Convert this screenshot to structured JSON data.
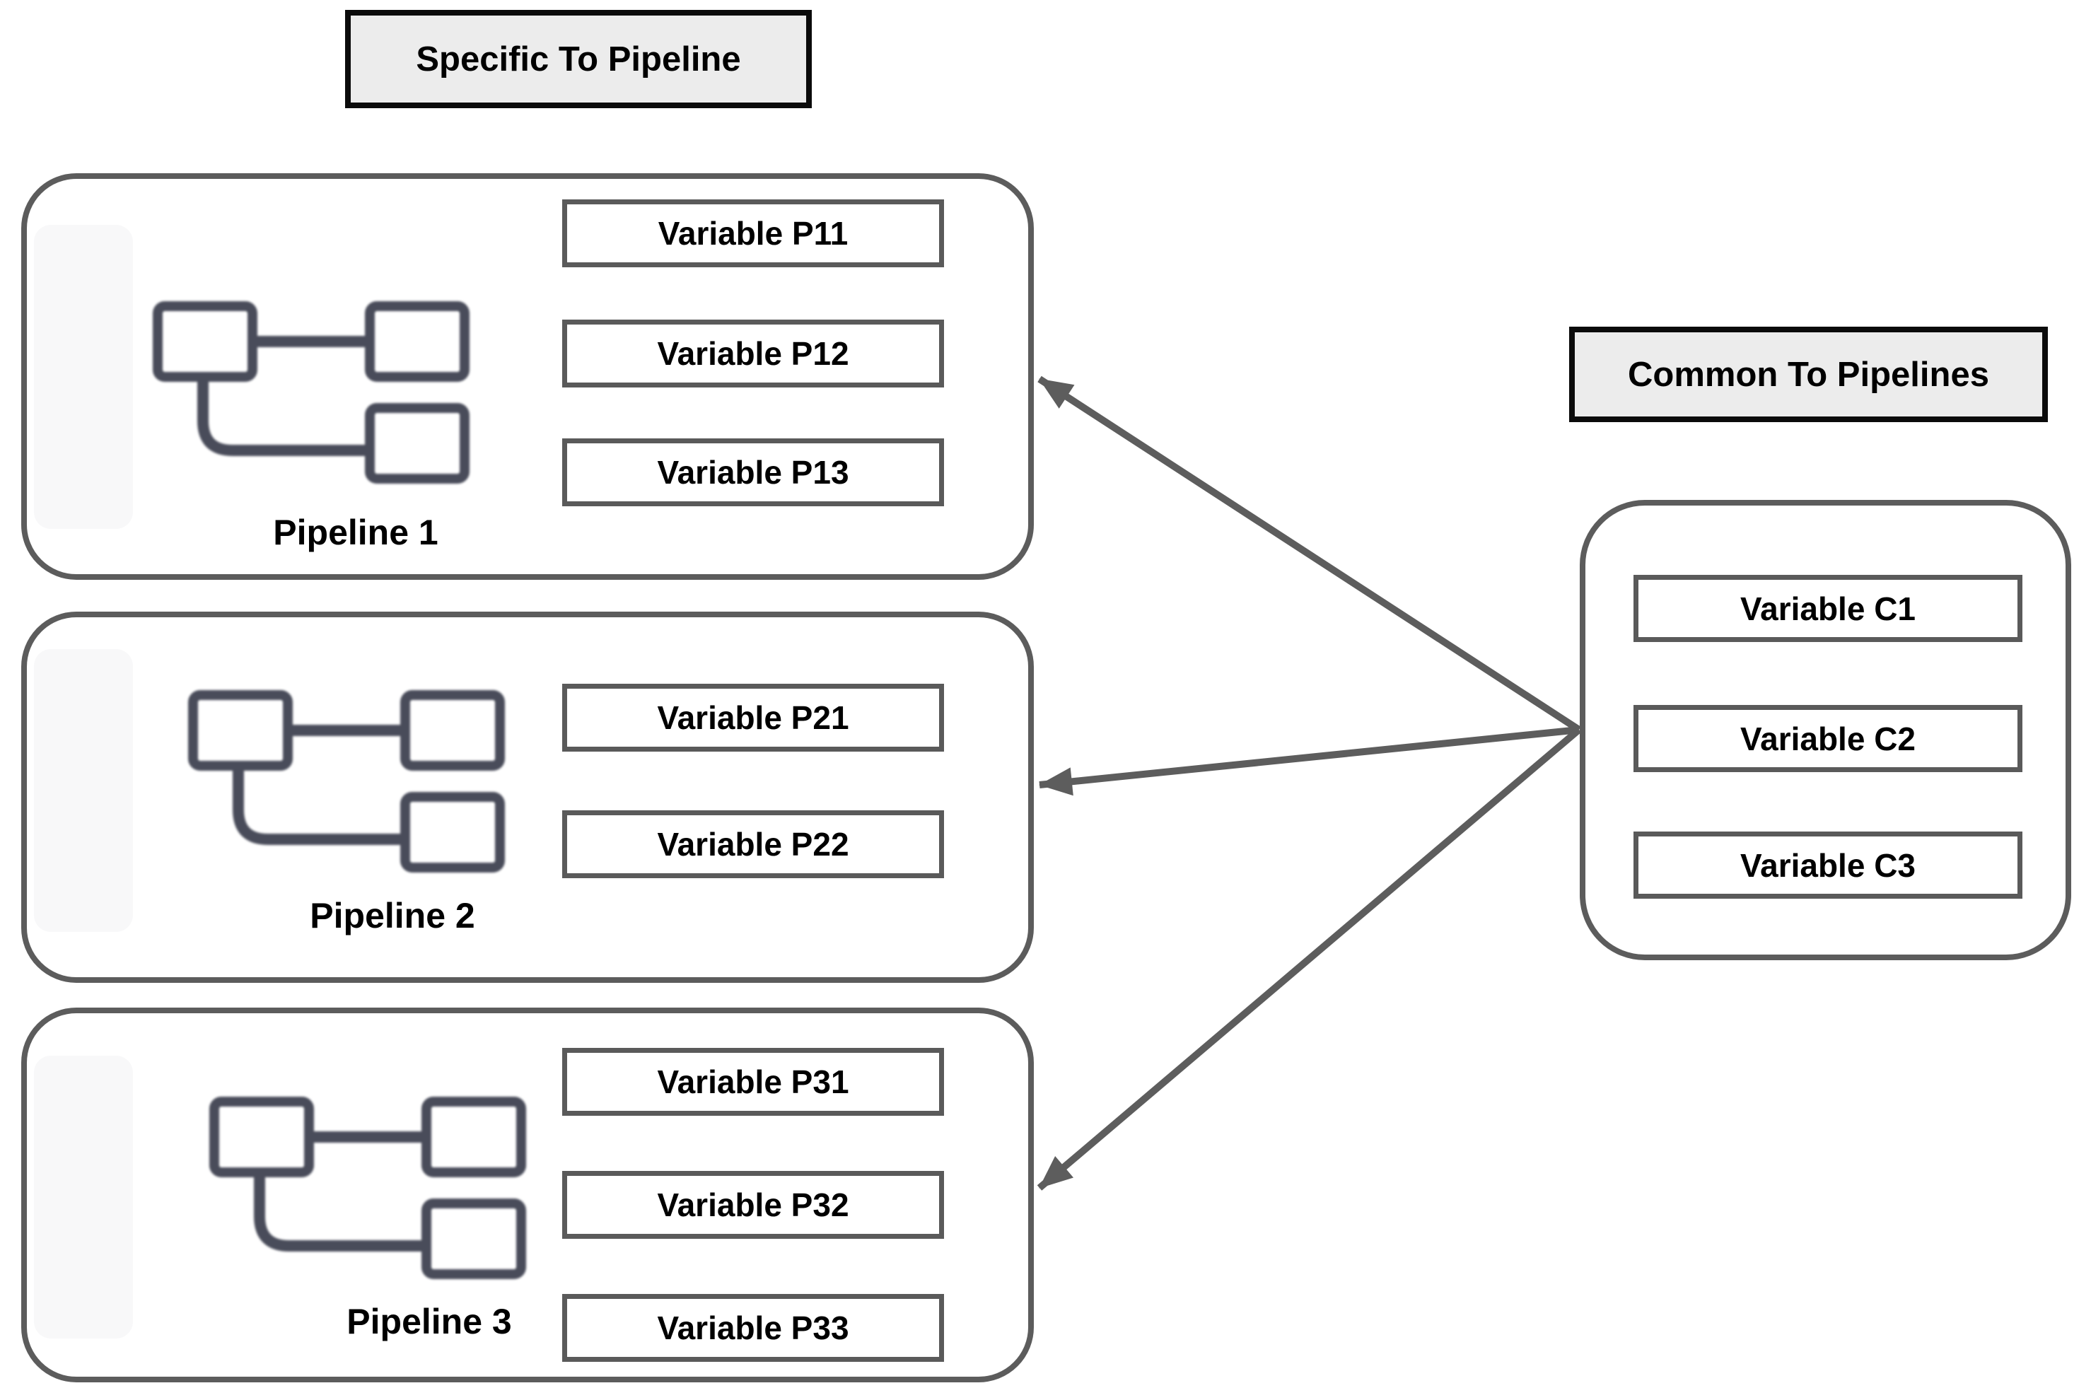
{
  "diagram": {
    "titles": {
      "specific": "Specific To Pipeline",
      "common": "Common To Pipelines"
    },
    "pipelines": [
      {
        "label": "Pipeline 1",
        "icon": "pipeline-flow-icon",
        "variables": [
          "Variable P11",
          "Variable P12",
          "Variable P13"
        ]
      },
      {
        "label": "Pipeline 2",
        "icon": "pipeline-flow-icon",
        "variables": [
          "Variable P21",
          "Variable P22"
        ]
      },
      {
        "label": "Pipeline 3",
        "icon": "pipeline-flow-icon",
        "variables": [
          "Variable P31",
          "Variable P32",
          "Variable P33"
        ]
      }
    ],
    "common_variables": [
      "Variable C1",
      "Variable C2",
      "Variable C3"
    ],
    "arrows": {
      "from": "common-container-left-edge",
      "to": [
        "pipeline-1-right-edge",
        "pipeline-2-right-edge",
        "pipeline-3-right-edge"
      ],
      "direction": "common-to-pipelines"
    },
    "colors": {
      "page-bg": "#ffffff",
      "container-border": "#5c5c5c",
      "box-border": "#5a5a5a",
      "title-border": "#0b0b0b",
      "title-fill": "#ececec",
      "icon": "#494c5a",
      "arrow": "#5d5d5d",
      "text": "#000000"
    }
  }
}
